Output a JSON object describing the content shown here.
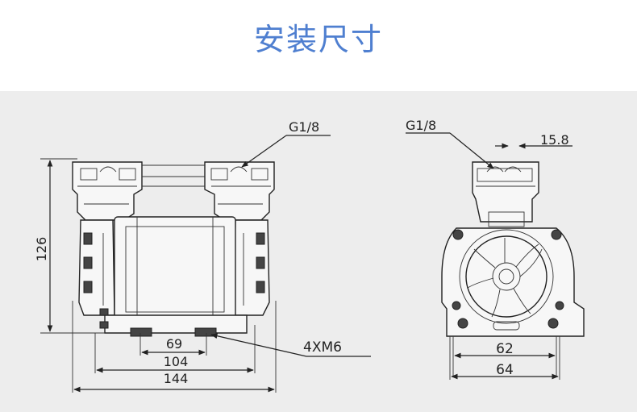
{
  "title": "安装尺寸",
  "colors": {
    "title": "#4f7fd0",
    "panel_bg": "#ededed",
    "line": "#222222"
  },
  "front_view": {
    "port_label": "G1/8",
    "height_label": "126",
    "width_labels": [
      "69",
      "104",
      "144"
    ],
    "mount_label": "4XM6"
  },
  "side_view": {
    "port_label": "G1/8",
    "offset_label": "15.8",
    "width_labels": [
      "62",
      "64"
    ]
  }
}
